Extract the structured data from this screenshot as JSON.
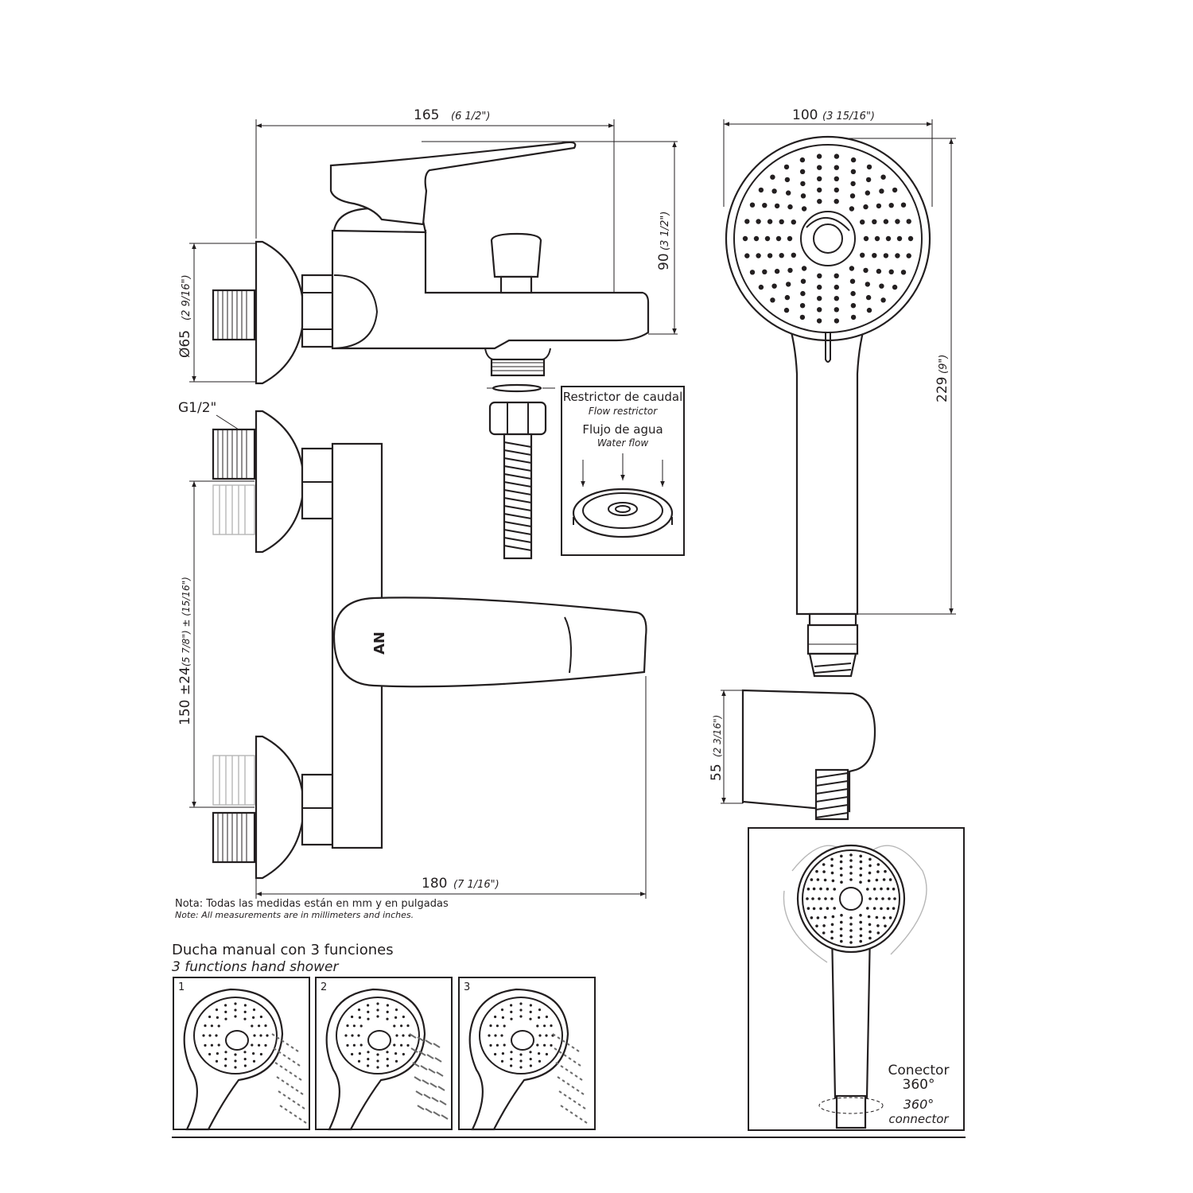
{
  "dimensions": {
    "top_width_mm": "165",
    "top_width_in": "(6 1/2\")",
    "height_mm": "90",
    "height_in": "(3 1/2\")",
    "rosette_diameter_mm": "Ø65",
    "rosette_diameter_in": "(2 9/16\")",
    "thread": "G1/2\"",
    "centers_mm": "150 ±24",
    "centers_in": "(5 7/8\") ± (15/16\")",
    "bottom_width_mm": "180",
    "bottom_width_in": "(7 1/16\")",
    "shower_width_mm": "100",
    "shower_width_in": "(3 15/16\")",
    "shower_length_mm": "229",
    "shower_length_in": "(9\")",
    "holder_height_mm": "55",
    "holder_height_in": "(2 3/16\")"
  },
  "restrictor": {
    "title_es": "Restrictor de caudal",
    "title_en": "Flow restrictor",
    "flow_es": "Flujo de agua",
    "flow_en": "Water flow"
  },
  "note": {
    "es": "Nota: Todas las medidas están en mm y en pulgadas",
    "en": "Note: All measurements are in millimeters and inches."
  },
  "functions": {
    "title_es": "Ducha manual con 3 funciones",
    "title_en": "3 functions hand shower",
    "panels": [
      "1",
      "2",
      "3"
    ]
  },
  "connector": {
    "es_line1": "Conector",
    "es_line2": "360°",
    "en_line1": "360°",
    "en_line2": "connector"
  }
}
